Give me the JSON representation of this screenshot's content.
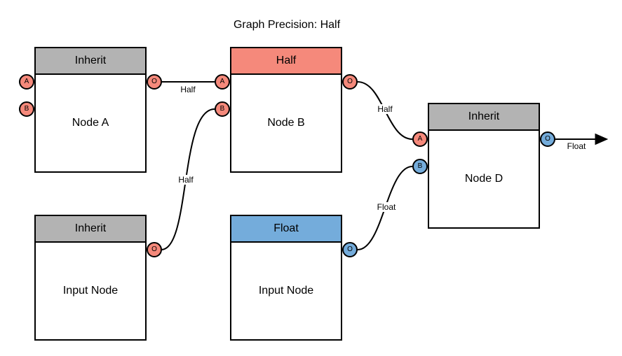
{
  "title": "Graph Precision: Half",
  "colors": {
    "background": "#FFFFFF",
    "stroke": "#000000",
    "inherit_header_gray": "#B3B3B3",
    "half_salmon": "#F5897B",
    "float_blue": "#74ACDB"
  },
  "nodes": [
    {
      "header": "Inherit",
      "name": "Node A",
      "ports": [
        {
          "label": "A",
          "type": "half"
        },
        {
          "label": "B",
          "type": "half"
        },
        {
          "label": "O",
          "type": "half"
        }
      ]
    },
    {
      "header": "Half",
      "name": "Node B",
      "ports": [
        {
          "label": "A",
          "type": "half"
        },
        {
          "label": "B",
          "type": "half"
        },
        {
          "label": "O",
          "type": "half"
        }
      ]
    },
    {
      "header": "Inherit",
      "name": "Node D",
      "ports": [
        {
          "label": "A",
          "type": "half"
        },
        {
          "label": "B",
          "type": "float"
        },
        {
          "label": "O",
          "type": "float"
        }
      ]
    },
    {
      "header": "Inherit",
      "name": "Input Node",
      "ports": [
        {
          "label": "O",
          "type": "half"
        }
      ]
    },
    {
      "header": "Float",
      "name": "Input Node",
      "ports": [
        {
          "label": "O",
          "type": "float"
        }
      ]
    }
  ],
  "edges": [
    {
      "label": "Half",
      "from": "Node A.O",
      "to": "Node B.A"
    },
    {
      "label": "Half",
      "from": "Input Node (Inherit).O",
      "to": "Node B.B"
    },
    {
      "label": "Half",
      "from": "Node B.O",
      "to": "Node D.A"
    },
    {
      "label": "Float",
      "from": "Input Node (Float).O",
      "to": "Node D.B"
    },
    {
      "label": "Float",
      "from": "Node D.O",
      "to": "graph-output"
    }
  ]
}
